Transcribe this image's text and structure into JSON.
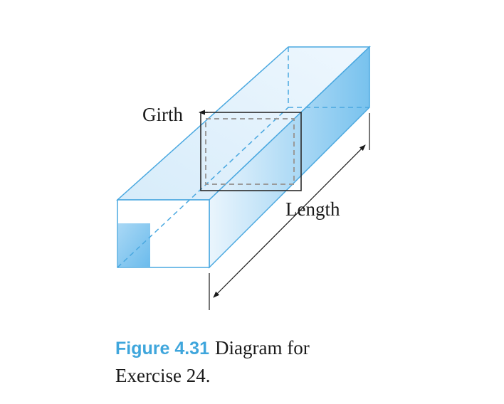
{
  "labels": {
    "girth": "Girth",
    "length": "Length"
  },
  "caption": {
    "figure_number": "Figure 4.31",
    "line1": "Diagram for",
    "line2": "Exercise 24."
  },
  "colors": {
    "edge": "#4aa8e0",
    "face_light": "#e6f3fc",
    "face_dark": "#7ec5ee",
    "accent": "#3fa6dc",
    "girth_box": "#2a2a2a",
    "hidden_dash": "#9a9a9a"
  }
}
